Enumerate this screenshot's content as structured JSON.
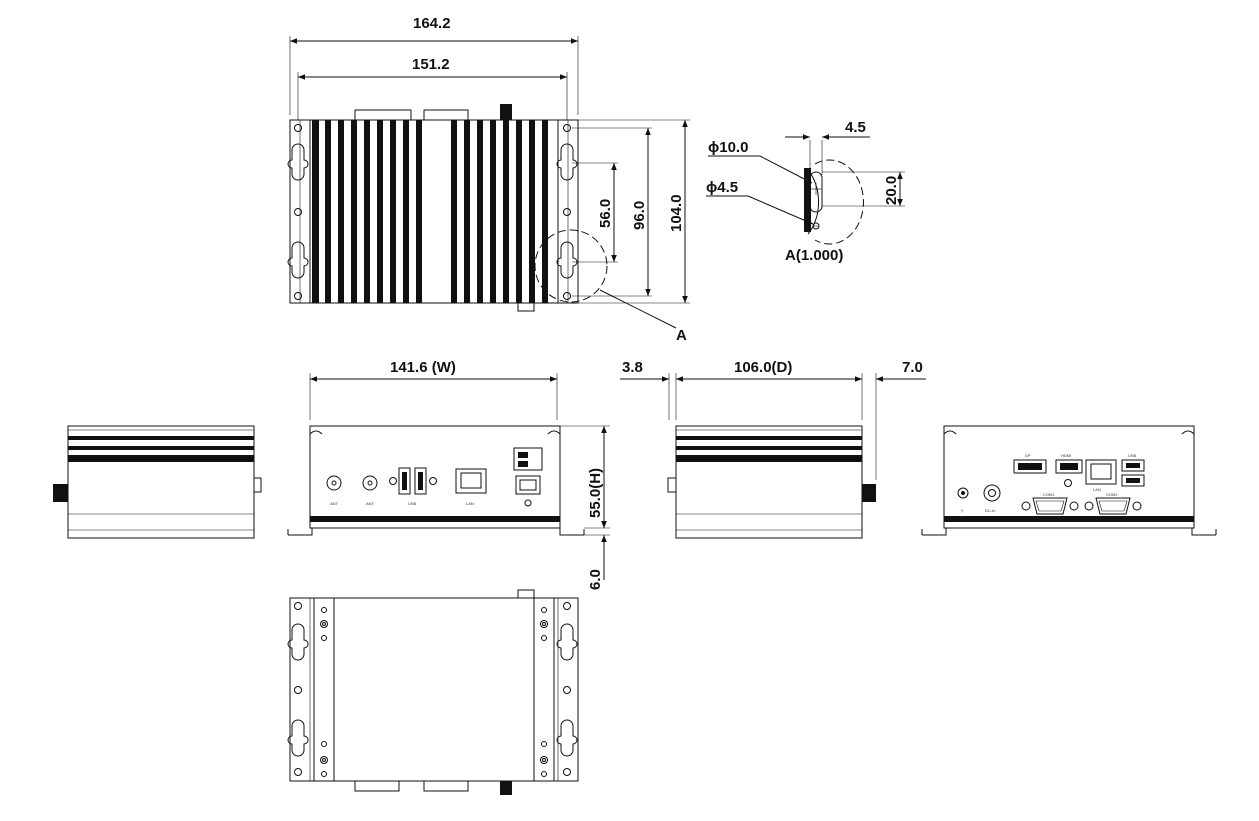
{
  "dimensions": {
    "width_outer": "164.2",
    "width_mount": "151.2",
    "height_104": "104.0",
    "height_96": "96.0",
    "height_56": "56.0",
    "detail_4_5": "4.5",
    "detail_phi10": "ϕ10.0",
    "detail_phi4_5": "ϕ4.5",
    "detail_20": "20.0",
    "detail_label": "A(1.000)",
    "detail_callout": "A",
    "front_width": "141.6 (W)",
    "front_height": "55.0(H)",
    "foot_height": "6.0",
    "side_left_offset": "3.8",
    "side_depth": "106.0(D)",
    "side_right_offset": "7.0"
  },
  "port_labels": {
    "ant1": "ANT",
    "ant2": "ANT",
    "usb": "USB",
    "lan": "LAN",
    "dp": "DP",
    "hdmi": "HDMI",
    "lan_rear": "LAN",
    "usb_rear": "USB",
    "com1": "COM1",
    "com2": "COM2",
    "dc_in": "DC-In"
  }
}
